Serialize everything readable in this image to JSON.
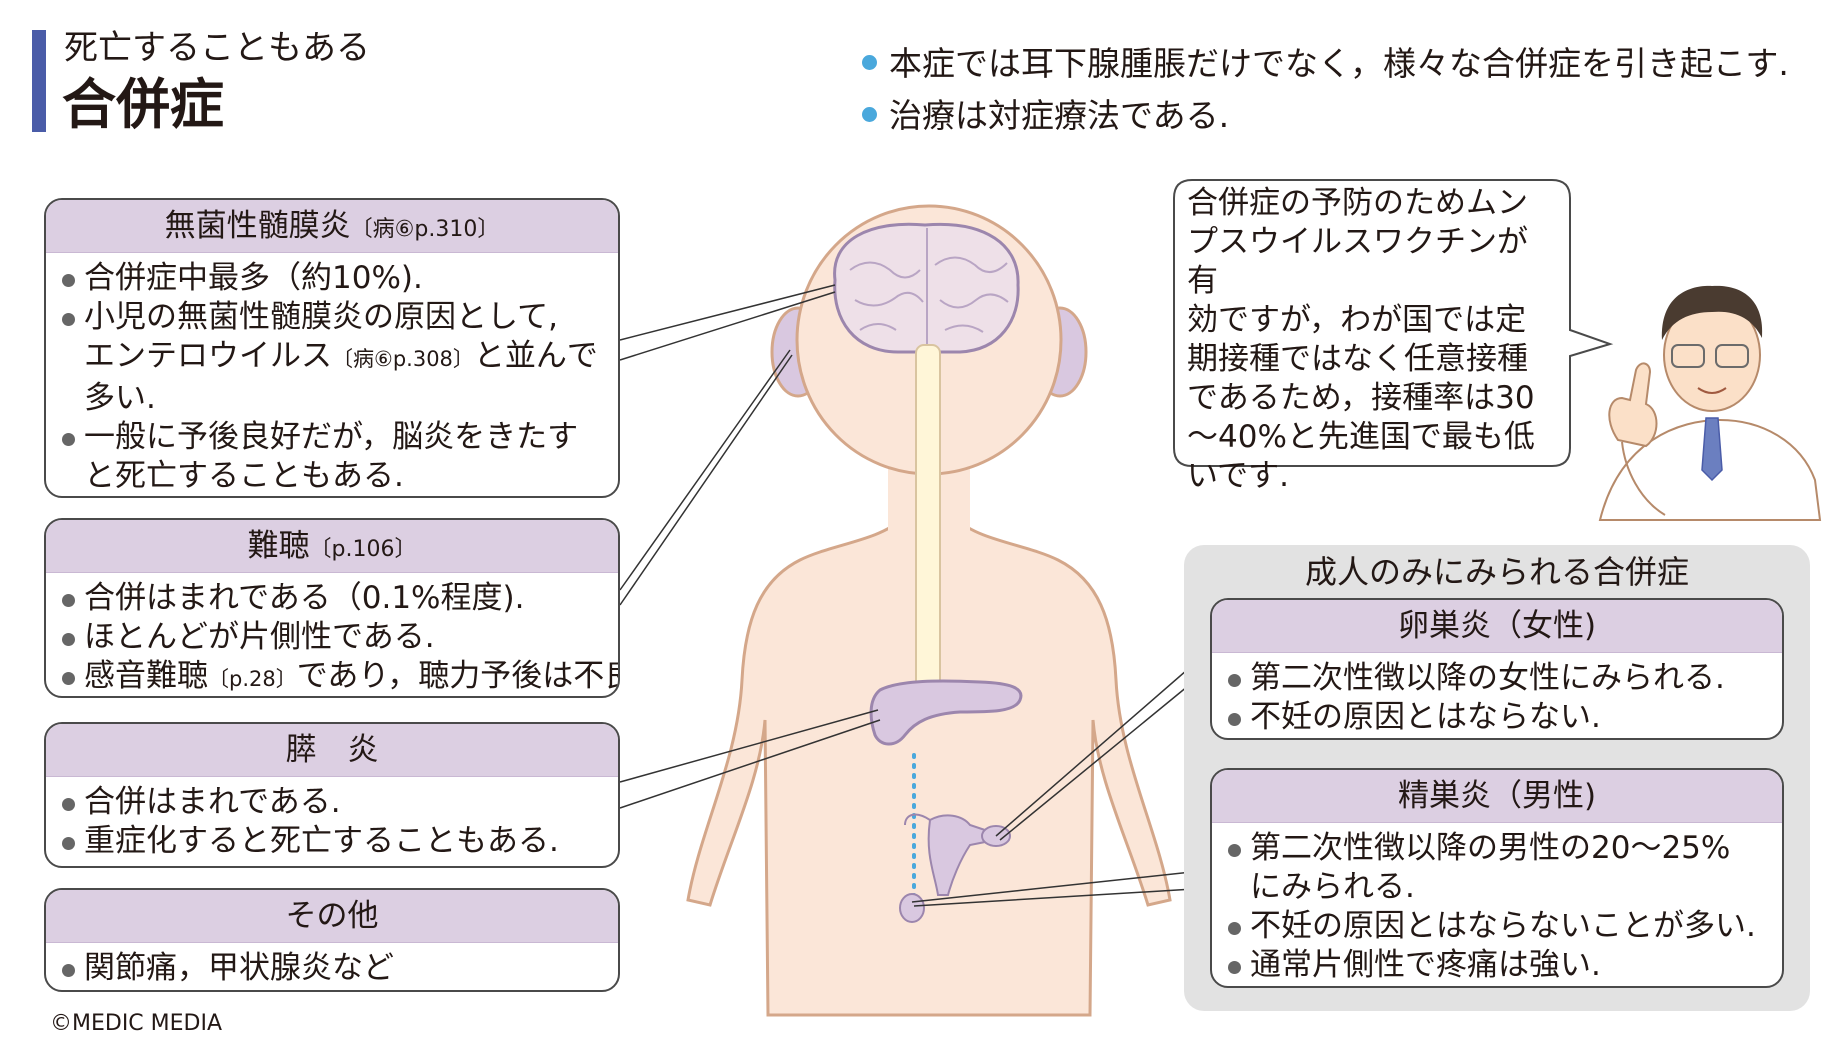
{
  "header": {
    "subtitle": "死亡することもある",
    "title": "合併症"
  },
  "summary": [
    "本症では耳下腺腫脹だけでなく，様々な合併症を引き起こす.",
    "治療は対症療法である."
  ],
  "boxes": {
    "aseptic": {
      "title": "無菌性髄膜炎",
      "ref": "〔病⑥p.310〕",
      "items": [
        "合併症中最多（約10%).",
        "小児の無菌性髄膜炎の原因として,",
        "エンテロウイルス",
        "と並んで",
        "多い.",
        "一般に予後良好だが，脳炎をきたす",
        "と死亡することもある."
      ],
      "inline_ref": "〔病⑥p.308〕"
    },
    "deafness": {
      "title": "難聴",
      "ref": "〔p.106〕",
      "items": [
        "合併はまれである（0.1%程度).",
        "ほとんどが片側性である.",
        "感音難聴",
        "であり，聴力予後は不良."
      ],
      "inline_ref": "〔p.28〕"
    },
    "pancreatitis": {
      "title": "膵　炎",
      "items": [
        "合併はまれである.",
        "重症化すると死亡することもある."
      ]
    },
    "other": {
      "title": "その他",
      "items": [
        "関節痛，甲状腺炎など"
      ]
    },
    "adult_panel_title": "成人のみにみられる合併症",
    "oophoritis": {
      "title": "卵巣炎（女性)",
      "items": [
        "第二次性徴以降の女性にみられる.",
        "不妊の原因とはならない."
      ]
    },
    "orchitis": {
      "title": "精巣炎（男性)",
      "items": [
        "第二次性徴以降の男性の20～25%",
        "にみられる.",
        "不妊の原因とはならないことが多い.",
        "通常片側性で疼痛は強い."
      ]
    }
  },
  "bubble": {
    "lines": [
      "合併症の予防のためムン",
      "プスウイルスワクチンが有",
      "効ですが，わが国では定",
      "期接種ではなく任意接種",
      "であるため，接種率は30",
      "～40%と先進国で最も低",
      "いです."
    ]
  },
  "copyright": "©MEDIC MEDIA",
  "colors": {
    "header_bar": "#4a5ca8",
    "bullet_blue": "#4aa8dc",
    "box_header": "#dccfe2",
    "skin": "#fbe6d8",
    "skin_outline": "#d4a78a",
    "organ": "#d9c8e0",
    "organ_outline": "#9c86ad",
    "adult_panel": "#e2e2e2"
  }
}
